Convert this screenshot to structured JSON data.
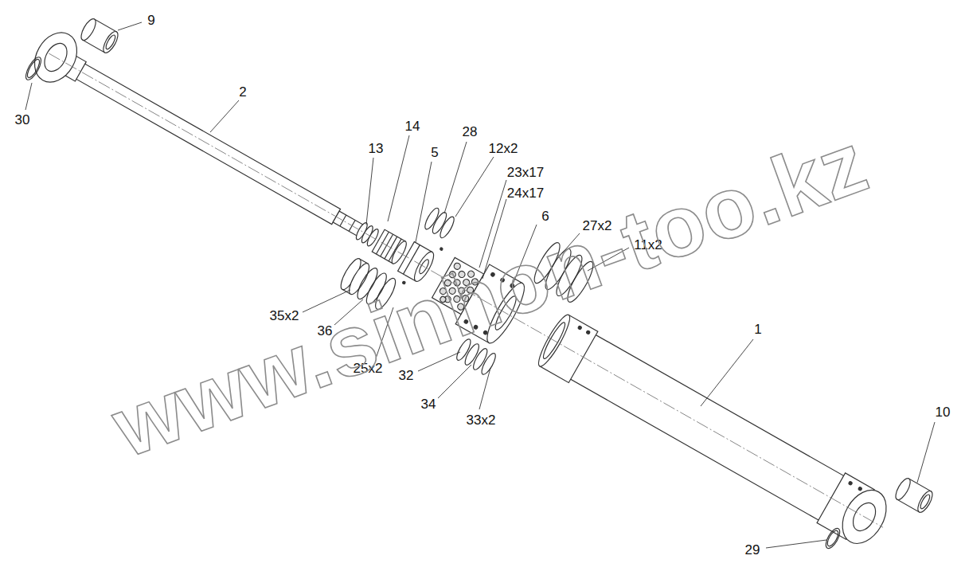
{
  "diagram": {
    "labels": [
      "9",
      "30",
      "2",
      "14",
      "13",
      "28",
      "5",
      "12x2",
      "23x17",
      "24x17",
      "6",
      "27x2",
      "11x2",
      "35x2",
      "36",
      "25x2",
      "32",
      "34",
      "33x2",
      "1",
      "10",
      "29",
      "www.sinhon-too.kz"
    ]
  }
}
